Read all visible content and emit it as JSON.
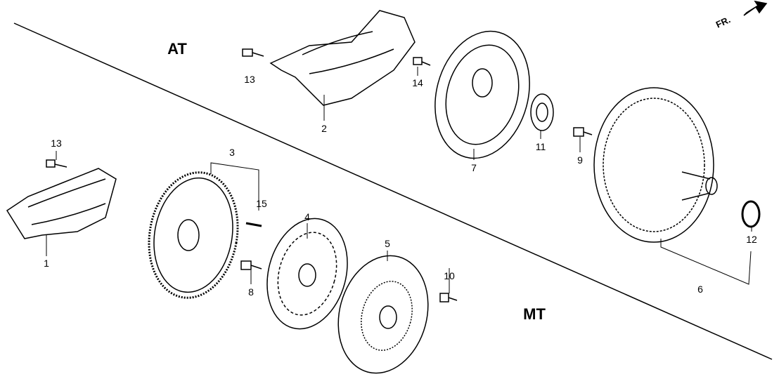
{
  "sections": {
    "at": "AT",
    "mt": "MT"
  },
  "direction_label": "FR.",
  "callouts": [
    {
      "id": "13a",
      "text": "13"
    },
    {
      "id": "2",
      "text": "2"
    },
    {
      "id": "14",
      "text": "14"
    },
    {
      "id": "7",
      "text": "7"
    },
    {
      "id": "11",
      "text": "11"
    },
    {
      "id": "9",
      "text": "9"
    },
    {
      "id": "13b",
      "text": "13"
    },
    {
      "id": "3",
      "text": "3"
    },
    {
      "id": "15",
      "text": "15"
    },
    {
      "id": "1",
      "text": "1"
    },
    {
      "id": "4",
      "text": "4"
    },
    {
      "id": "8",
      "text": "8"
    },
    {
      "id": "5",
      "text": "5"
    },
    {
      "id": "10",
      "text": "10"
    },
    {
      "id": "12",
      "text": "12"
    },
    {
      "id": "6",
      "text": "6"
    }
  ]
}
